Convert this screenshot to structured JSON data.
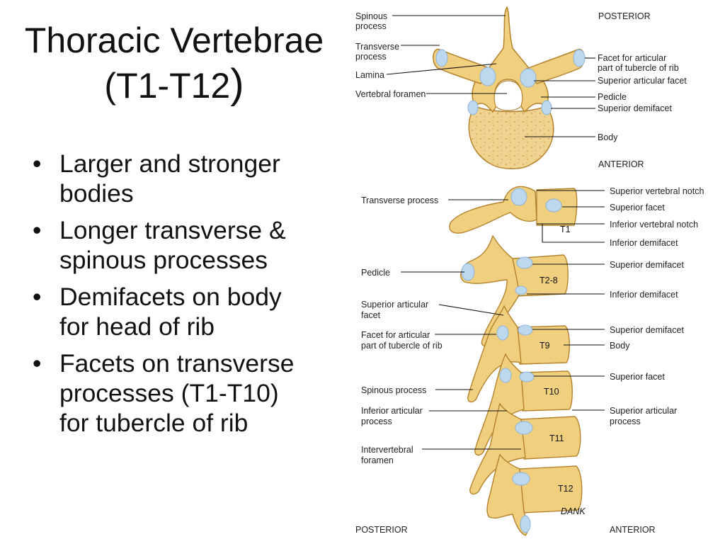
{
  "title": {
    "line1": "Thoracic Vertebrae",
    "line2_text": "(T1-T12",
    "line2_paren": ")"
  },
  "bullets": [
    [
      "Larger and stronger",
      "bodies"
    ],
    [
      "Longer transverse &",
      "spinous processes"
    ],
    [
      "Demifacets on body",
      "for head of rib"
    ],
    [
      "Facets on transverse",
      "processes (T1-T10)",
      "for tubercle of rib"
    ]
  ],
  "top_view": {
    "orientation_top": "POSTERIOR",
    "orientation_bottom": "ANTERIOR",
    "left_labels": [
      [
        "Spinous",
        "process"
      ],
      [
        "Transverse",
        "process"
      ],
      [
        "Lamina"
      ],
      [
        "Vertebral foramen"
      ]
    ],
    "right_labels": [
      [
        "Facet for articular",
        "part of tubercle of rib"
      ],
      [
        "Superior articular facet"
      ],
      [
        "Pedicle"
      ],
      [
        "Superior demifacet"
      ],
      [
        "Body"
      ]
    ]
  },
  "side_view": {
    "orientation_left": "POSTERIOR",
    "orientation_right": "ANTERIOR",
    "vertebra_labels": [
      "T1",
      "T2-8",
      "T9",
      "T10",
      "T11",
      "T12"
    ],
    "left_labels": [
      [
        "Transverse process"
      ],
      [
        "Pedicle"
      ],
      [
        "Superior articular",
        "facet"
      ],
      [
        "Facet for articular",
        "part of tubercle of rib"
      ],
      [
        "Spinous process"
      ],
      [
        "Inferior articular",
        "process"
      ],
      [
        "Intervertebral",
        "foramen"
      ]
    ],
    "right_labels": [
      [
        "Superior vertebral notch"
      ],
      [
        "Superior facet"
      ],
      [
        "Inferior vertebral notch"
      ],
      [
        "Inferior demifacet"
      ],
      [
        "Superior demifacet"
      ],
      [
        "Inferior demifacet"
      ],
      [
        "Superior demifacet"
      ],
      [
        "Body"
      ],
      [
        "Superior facet"
      ],
      [
        "Superior articular",
        "process"
      ]
    ],
    "signature": "DANK"
  },
  "colors": {
    "bone": "#f0cf7e",
    "bone_dark": "#d9a94a",
    "outline": "#b5822c",
    "cartilage": "#bcd8ee",
    "cartilage_edge": "#8fb3d6",
    "background": "#ffffff"
  }
}
